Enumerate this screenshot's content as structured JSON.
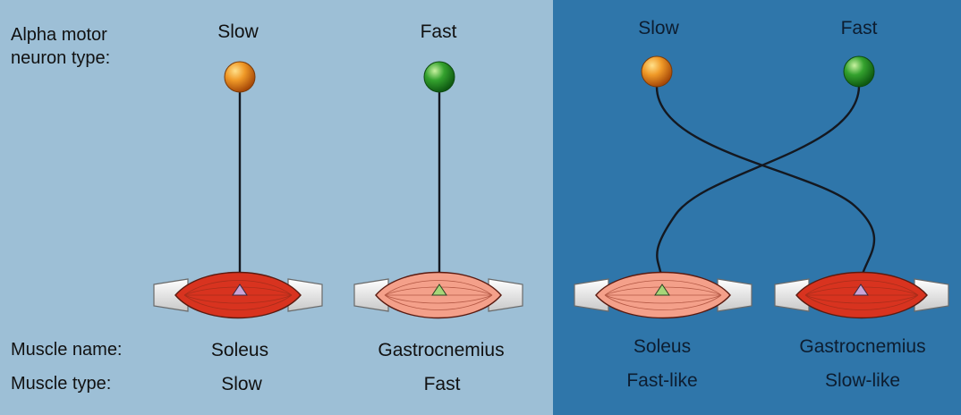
{
  "labels": {
    "neuron_type_line1": "Alpha motor",
    "neuron_type_line2": "neuron type:",
    "muscle_name": "Muscle name:",
    "muscle_type": "Muscle type:"
  },
  "panels": [
    {
      "name": "normal",
      "background": "#9dbfd6",
      "columns": [
        {
          "neuron": "Slow",
          "neuron_color": "#e08a1a",
          "muscle_name": "Soleus",
          "muscle_type": "Slow",
          "muscle_color": "#d8331f"
        },
        {
          "neuron": "Fast",
          "neuron_color": "#2a9a2a",
          "muscle_name": "Gastrocnemius",
          "muscle_type": "Fast",
          "muscle_color": "#f4a08a"
        }
      ]
    },
    {
      "name": "cross-innervated",
      "background": "#2f76aa",
      "columns": [
        {
          "neuron": "Slow",
          "neuron_color": "#e08a1a",
          "muscle_name": "Soleus",
          "muscle_type": "Fast-like",
          "muscle_color": "#f4a08a"
        },
        {
          "neuron": "Fast",
          "neuron_color": "#2a9a2a",
          "muscle_name": "Gastrocnemius",
          "muscle_type": "Slow-like",
          "muscle_color": "#d8331f"
        }
      ]
    }
  ],
  "colors": {
    "slow_terminal": "#c9a4d6",
    "fast_terminal": "#a6d678",
    "axon": "#141820",
    "tendon": "#eeeeee"
  }
}
